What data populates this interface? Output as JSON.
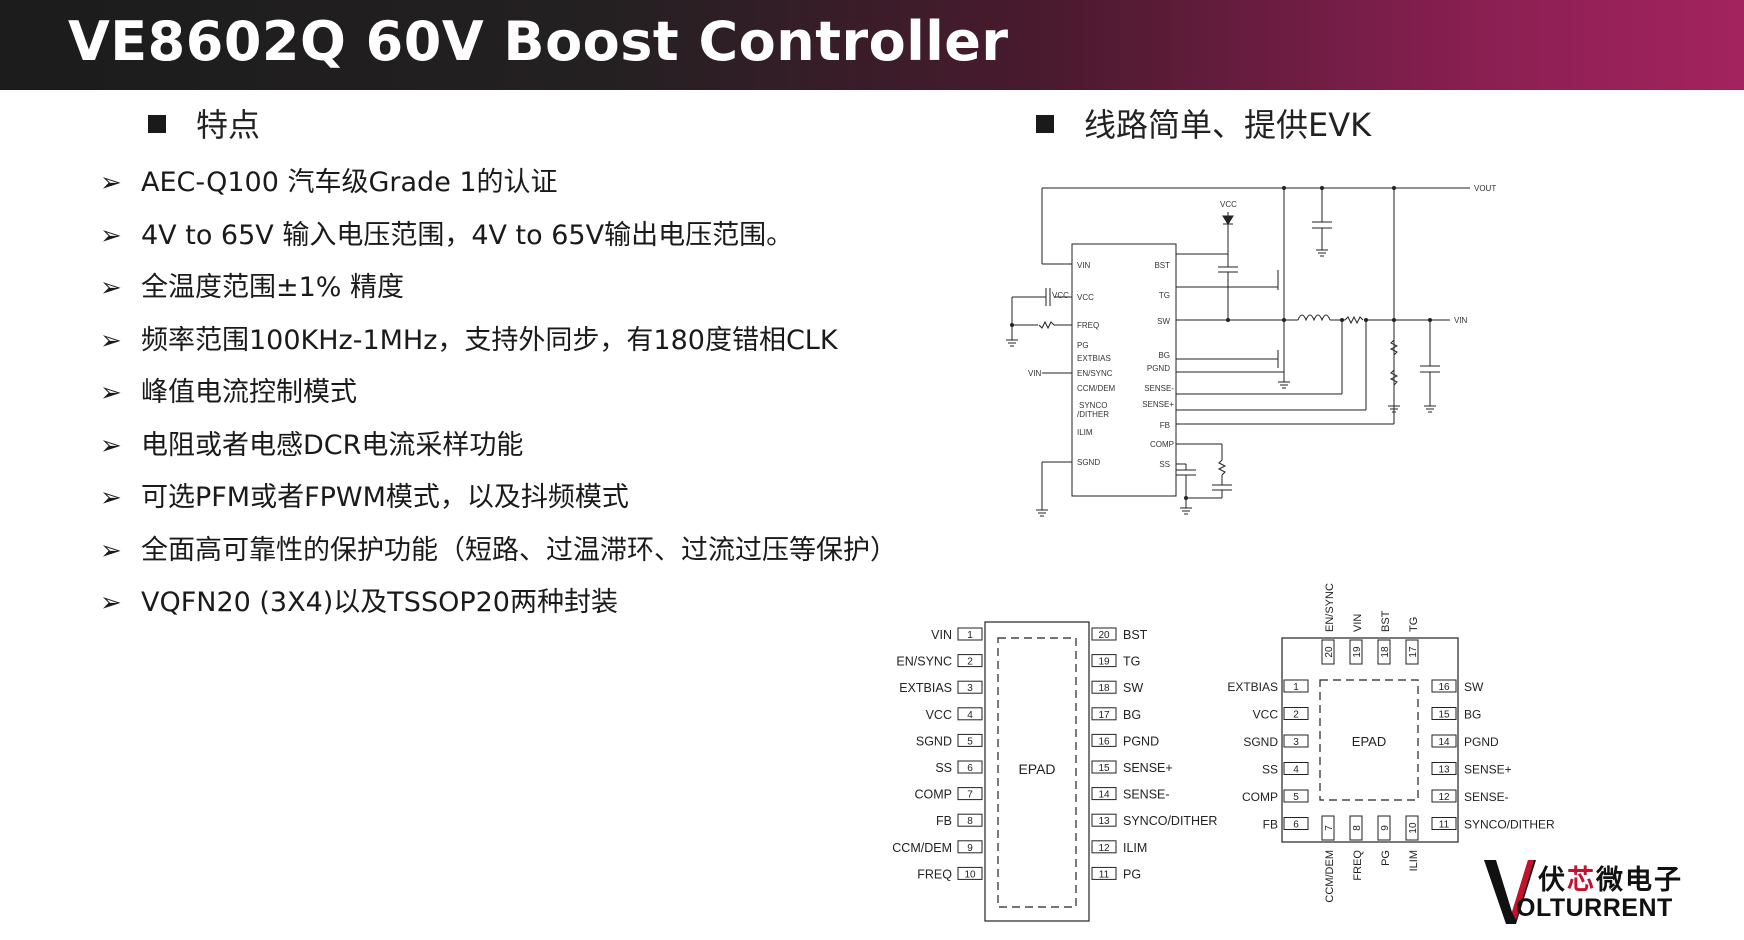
{
  "header": {
    "title": "VE8602Q 60V Boost Controller"
  },
  "features_section": {
    "heading": "特点",
    "items": [
      "AEC-Q100 汽车级Grade 1的认证",
      "4V to 65V 输入电压范围，4V to 65V输出电压范围。",
      "全温度范围±1% 精度",
      "频率范围100KHz-1MHz，支持外同步，有180度错相CLK",
      "峰值电流控制模式",
      "电阻或者电感DCR电流采样功能",
      "可选PFM或者FPWM模式，以及抖频模式",
      "全面高可靠性的保护功能（短路、过温滞环、过流过压等保护）",
      "VQFN20 (3X4)以及TSSOP20两种封装"
    ]
  },
  "evk_section": {
    "heading": "线路简单、提供EVK"
  },
  "schematic": {
    "left_pins": [
      "VIN",
      "VCC",
      "FREQ",
      "PG",
      "EXTBIAS",
      "EN/SYNC",
      "CCM/DEM",
      "SYNCO",
      "/DITHER",
      "ILIM",
      "SGND"
    ],
    "right_pins": [
      "BST",
      "TG",
      "SW",
      "BG",
      "PGND",
      "SENSE-",
      "SENSE+",
      "FB",
      "COMP",
      "SS"
    ],
    "net_labels": {
      "vout": "VOUT",
      "vin_out": "VIN",
      "vin_in": "VIN",
      "vcc_top": "VCC",
      "vcc_cap": "VCC"
    }
  },
  "tssop": {
    "pad_label": "EPAD",
    "left_pins": [
      {
        "name": "VIN",
        "num": "1"
      },
      {
        "name": "EN/SYNC",
        "num": "2"
      },
      {
        "name": "EXTBIAS",
        "num": "3"
      },
      {
        "name": "VCC",
        "num": "4"
      },
      {
        "name": "SGND",
        "num": "5"
      },
      {
        "name": "SS",
        "num": "6"
      },
      {
        "name": "COMP",
        "num": "7"
      },
      {
        "name": "FB",
        "num": "8"
      },
      {
        "name": "CCM/DEM",
        "num": "9"
      },
      {
        "name": "FREQ",
        "num": "10"
      }
    ],
    "right_pins": [
      {
        "name": "BST",
        "num": "20"
      },
      {
        "name": "TG",
        "num": "19"
      },
      {
        "name": "SW",
        "num": "18"
      },
      {
        "name": "BG",
        "num": "17"
      },
      {
        "name": "PGND",
        "num": "16"
      },
      {
        "name": "SENSE+",
        "num": "15"
      },
      {
        "name": "SENSE-",
        "num": "14"
      },
      {
        "name": "SYNCO/DITHER",
        "num": "13"
      },
      {
        "name": "ILIM",
        "num": "12"
      },
      {
        "name": "PG",
        "num": "11"
      }
    ]
  },
  "qfn": {
    "pad_label": "EPAD",
    "top_pins": [
      {
        "name": "EN/SYNC",
        "num": "20"
      },
      {
        "name": "VIN",
        "num": "19"
      },
      {
        "name": "BST",
        "num": "18"
      },
      {
        "name": "TG",
        "num": "17"
      }
    ],
    "left_pins": [
      {
        "name": "EXTBIAS",
        "num": "1"
      },
      {
        "name": "VCC",
        "num": "2"
      },
      {
        "name": "SGND",
        "num": "3"
      },
      {
        "name": "SS",
        "num": "4"
      },
      {
        "name": "COMP",
        "num": "5"
      },
      {
        "name": "FB",
        "num": "6"
      }
    ],
    "right_pins": [
      {
        "name": "SW",
        "num": "16"
      },
      {
        "name": "BG",
        "num": "15"
      },
      {
        "name": "PGND",
        "num": "14"
      },
      {
        "name": "SENSE+",
        "num": "13"
      },
      {
        "name": "SENSE-",
        "num": "12"
      },
      {
        "name": "SYNCO/DITHER",
        "num": "11"
      }
    ],
    "bottom_pins": [
      {
        "name": "CCM/DEM",
        "num": "7"
      },
      {
        "name": "FREQ",
        "num": "8"
      },
      {
        "name": "PG",
        "num": "9"
      },
      {
        "name": "ILIM",
        "num": "10"
      }
    ]
  },
  "logo": {
    "cn_part1": "伏",
    "cn_part2": "芯",
    "cn_part3": "微电子",
    "en": "OLTURRENT"
  },
  "colors": {
    "header_dark": "#1c1c1c",
    "header_accent": "#a3235f",
    "logo_red": "#c8102e"
  }
}
